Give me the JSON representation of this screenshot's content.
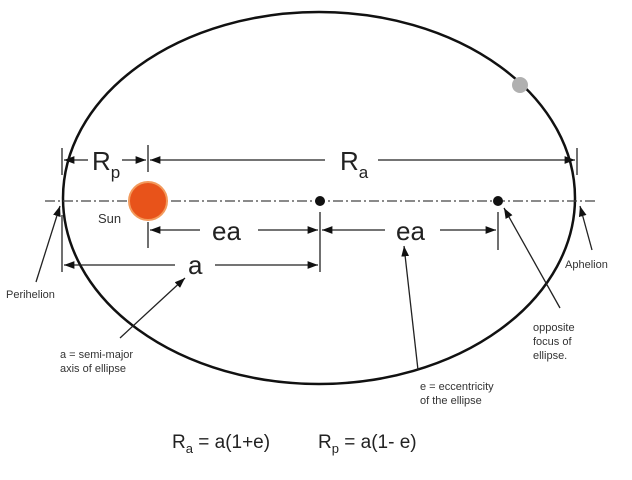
{
  "labels": {
    "rp_main": "R",
    "rp_sub": "p",
    "ra_main": "R",
    "ra_sub": "a",
    "sun": "Sun",
    "ea_left": "ea",
    "ea_right": "ea",
    "a": "a",
    "perihelion": "Perihelion",
    "aphelion": "Aphelion",
    "semi_major_1": "a = semi-major",
    "semi_major_2": "axis of ellipse",
    "ecc_1": "e = eccentricity",
    "ecc_2": "of the ellipse",
    "focus_1": "opposite",
    "focus_2": "focus of",
    "focus_3": "ellipse."
  },
  "equations": {
    "ra_R": "R",
    "ra_sub": "a",
    "ra_rhs": " = a(1+e)",
    "rp_R": "R",
    "rp_sub": "p",
    "rp_rhs": " = a(1- e)"
  },
  "colors": {
    "sun": "#e8531a",
    "planet": "#b0b0b0",
    "line": "#111111"
  }
}
